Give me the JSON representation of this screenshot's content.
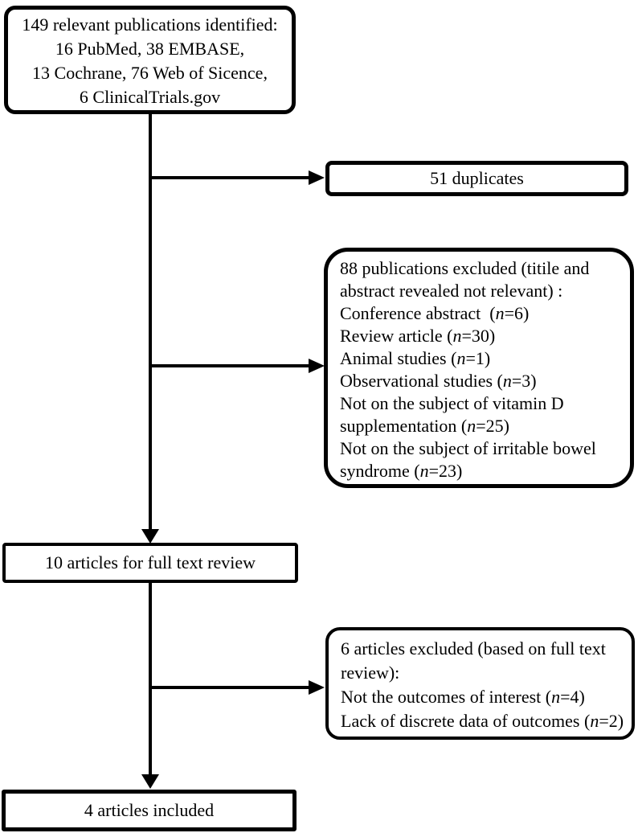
{
  "figure": {
    "type": "study-selection-flow-diagram",
    "colors": {
      "line": "#000000",
      "text": "#000000",
      "background": "#ffffff"
    }
  },
  "flowchart": {
    "boxes": [
      {
        "id": "records-identified",
        "align": "center",
        "lines": [
          "149 relevant publications identified:",
          "16 PubMed, 38 EMBASE,",
          "13 Cochrane, 76 Web of Sicence,",
          "6 ClinicalTrials.gov"
        ]
      },
      {
        "id": "duplicates",
        "align": "center",
        "lines": [
          "51 duplicates"
        ]
      },
      {
        "id": "excluded-title-abstract",
        "align": "left",
        "lines": [
          "88 publications excluded (titile and",
          "abstract revealed not relevant) :",
          "Conference abstract  (n=6)",
          "Review article (n=30)",
          "Animal studies (n=1)",
          "Observational studies (n=3)",
          "Not on the subject of vitamin D",
          "supplementation (n=25)",
          "Not on the subject of irritable bowel",
          "syndrome (n=23)"
        ]
      },
      {
        "id": "full-text-review",
        "align": "center",
        "lines": [
          "10 articles for full text review"
        ]
      },
      {
        "id": "excluded-full-text",
        "align": "left",
        "lines": [
          "6 articles excluded (based on full text",
          "review):",
          "Not the outcomes of interest (n=4)",
          "Lack of discrete data of outcomes (n=2)"
        ]
      },
      {
        "id": "articles-included",
        "align": "center",
        "lines": [
          "4 articles included"
        ]
      }
    ]
  }
}
